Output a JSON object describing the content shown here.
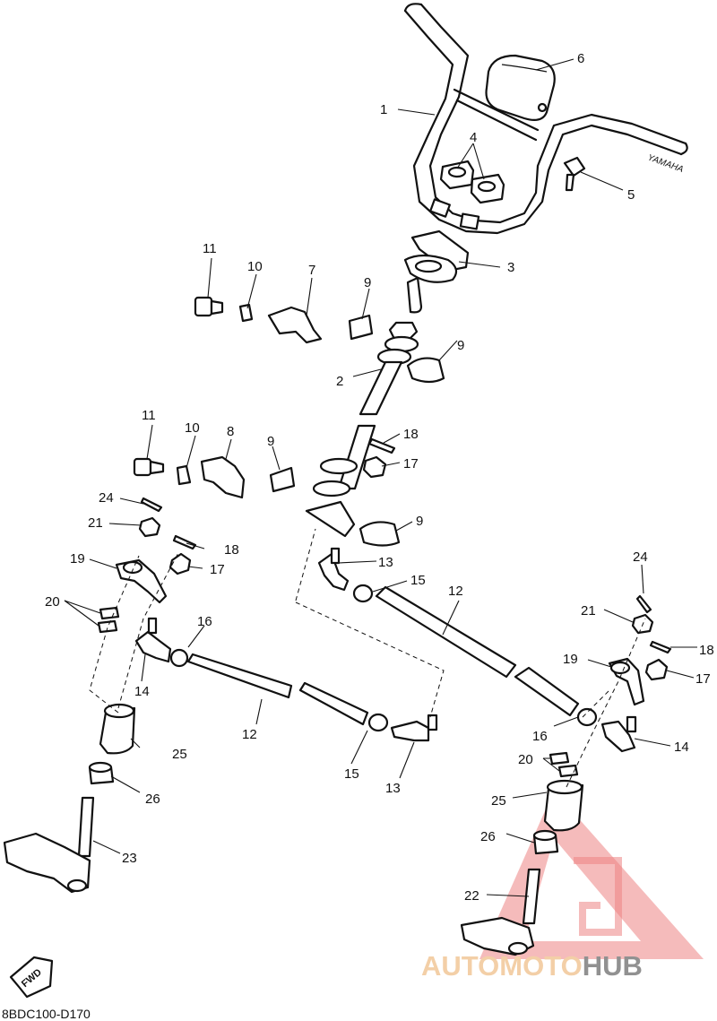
{
  "diagram": {
    "code": "8BDC100-D170",
    "fwd_label": "FWD",
    "grip_text": "YAMAHA",
    "watermark": {
      "part1": "AUTO",
      "part2": "MOTO",
      "part3": "HUB",
      "color_primary": "#f0c08a",
      "color_accent": "#e85a5a",
      "color_dark": "#6d6d6d"
    },
    "callouts": [
      "1",
      "2",
      "3",
      "4",
      "5",
      "6",
      "7",
      "8",
      "9",
      "9",
      "9",
      "9",
      "10",
      "10",
      "11",
      "11",
      "12",
      "12",
      "13",
      "13",
      "14",
      "14",
      "15",
      "15",
      "16",
      "16",
      "17",
      "17",
      "17",
      "18",
      "18",
      "18",
      "19",
      "19",
      "20",
      "20",
      "21",
      "21",
      "22",
      "23",
      "24",
      "24",
      "25",
      "25",
      "26",
      "26"
    ]
  }
}
